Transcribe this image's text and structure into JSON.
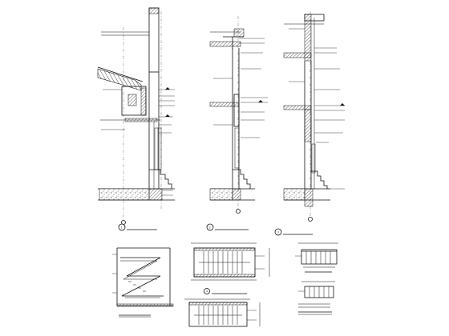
{
  "sheet": {
    "watermark": "",
    "background_color": "#ffffff",
    "line_color": "#111111"
  },
  "details": [
    {
      "id": "section-1",
      "marker": "1",
      "title": "",
      "scale": ""
    },
    {
      "id": "section-2",
      "marker": "2",
      "title": "",
      "scale": ""
    },
    {
      "id": "section-3",
      "marker": "3",
      "title": "",
      "scale": ""
    },
    {
      "id": "stair-section",
      "marker": "",
      "title": "",
      "scale": ""
    },
    {
      "id": "stair-plan",
      "marker": "4",
      "title": "",
      "scale": ""
    },
    {
      "id": "stair-plan-lower",
      "marker": "",
      "title": "",
      "scale": ""
    },
    {
      "id": "railing-elevation",
      "marker": "",
      "title": "",
      "scale": ""
    },
    {
      "id": "railing-detail",
      "marker": "",
      "title": "",
      "scale": ""
    }
  ],
  "icons": {
    "section_marker": "section-bubble-icon",
    "grid_axis": "grid-axis-icon",
    "level_mark": "level-triangle-icon"
  }
}
